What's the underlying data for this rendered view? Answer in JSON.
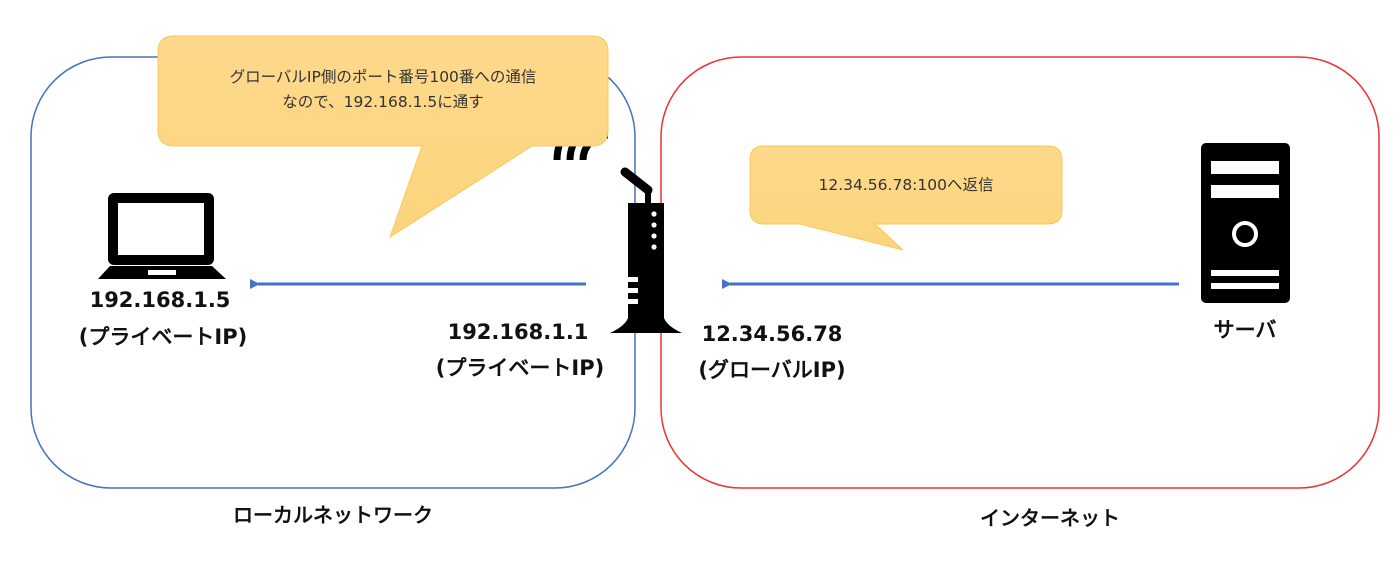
{
  "zones": {
    "local_label": "ローカルネットワーク",
    "internet_label": "インターネット",
    "local_color": "#4472c4",
    "internet_color": "#ee3333"
  },
  "callouts": {
    "router_note": [
      "グローバルIP側のポート番号100番への通信",
      "なので、192.168.1.5に通す"
    ],
    "server_note": "12.34.56.78:100へ返信",
    "fill": "#fdd88a"
  },
  "nodes": {
    "laptop": {
      "ip": "192.168.1.5",
      "type": "(プライベートIP)"
    },
    "router_private": {
      "ip": "192.168.1.1",
      "type": "(プライベートIP)"
    },
    "router_global": {
      "ip": "12.34.56.78",
      "type": "(グローバルIP)"
    },
    "server": {
      "label": "サーバ"
    }
  },
  "arrow_color": "#4472c4"
}
